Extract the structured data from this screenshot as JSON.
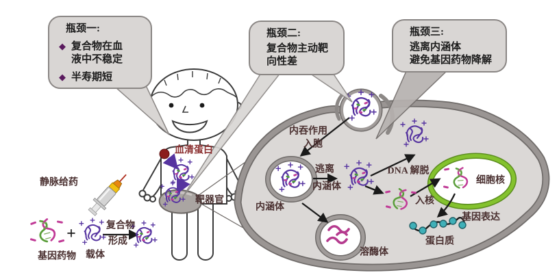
{
  "callouts": {
    "c1": {
      "title": "瓶颈一:",
      "items": [
        "复合物在血液中不稳定",
        "半寿期短"
      ]
    },
    "c2": {
      "title": "瓶颈二:",
      "body": "复合物主动靶向性差"
    },
    "c3": {
      "title": "瓶颈三:",
      "line1": "逃离内涵体",
      "line2": "避免基因药物降解"
    }
  },
  "labels": {
    "iv_injection": "静脉给药",
    "gene_drug": "基因药物",
    "carrier": "载体",
    "plus": "+",
    "complex_formation_top": "复合物",
    "complex_formation_bottom": "形成",
    "serum_protein": "血清蛋白",
    "target_organ": "靶器官",
    "endocytosis_line1": "内吞作用",
    "endocytosis_line2": "入胞",
    "escape_line1": "逃离",
    "escape_line2": "内涵体",
    "endosome": "内涵体",
    "lysosome": "溶酶体",
    "dna_release": "DNA 解脱",
    "nuclear_entry": "入核",
    "nucleus": "细胞核",
    "gene_expression": "基因表达",
    "protein": "蛋白质"
  },
  "icons": {
    "diamond": "◆"
  },
  "colors": {
    "carrier_purple": "#5634a0",
    "dna_green": "#5a9e3a",
    "dna_magenta": "#c03a96",
    "nucleus_green": "#84c22e",
    "protein_teal": "#3fb0b8",
    "serum_red": "#8b1d1d",
    "cell_fill": "#dbd8d6",
    "membrane_gray": "#8c8886",
    "callout_fill": "#d9d6d4"
  }
}
